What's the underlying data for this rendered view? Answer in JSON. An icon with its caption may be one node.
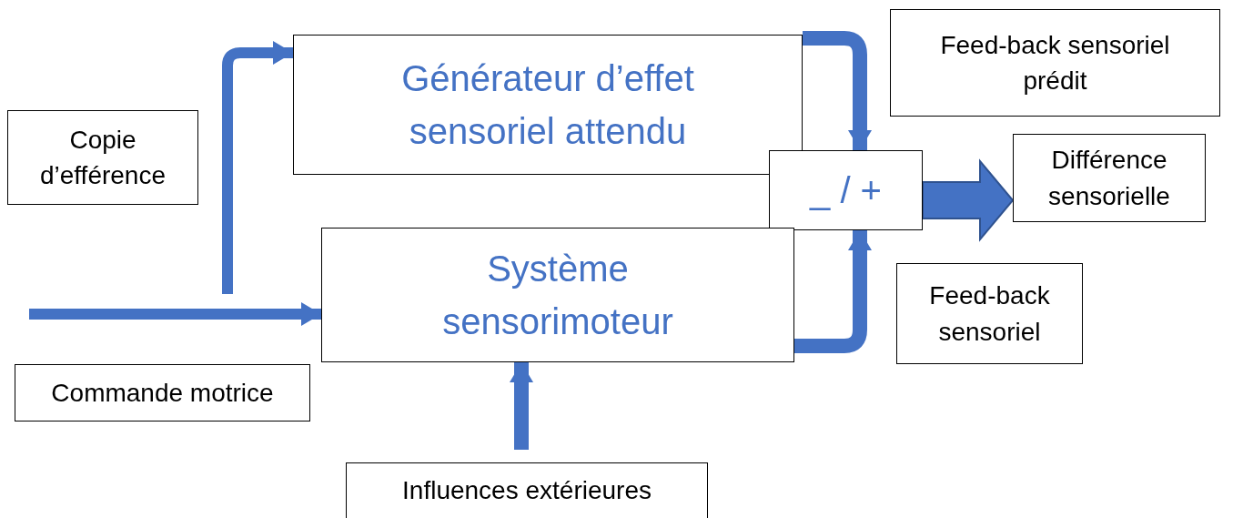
{
  "diagram": {
    "nodes": [
      {
        "text": [
          "Générateur d’effet sensoriel attendu"
        ]
      },
      {
        "text": [
          "Copie d’efférence"
        ]
      },
      {
        "text": [
          "Feed-back sensoriel prédit"
        ]
      },
      {
        "text": [
          "_ / +"
        ]
      },
      {
        "text": [
          "Différence sensorielle"
        ]
      },
      {
        "text": [
          "Système sensorimoteur"
        ]
      },
      {
        "text": [
          "Feed-back sensoriel"
        ]
      },
      {
        "text": [
          "Commande motrice"
        ]
      },
      {
        "text": [
          "Influences extérieures"
        ]
      }
    ],
    "edges": [
      {
        "from": null,
        "to": 5,
        "arrow": "to"
      },
      {
        "from": null,
        "to": 0,
        "arrow": "to"
      },
      {
        "from": 0,
        "to": 3,
        "arrow": "to"
      },
      {
        "from": 5,
        "to": 3,
        "arrow": "to"
      },
      {
        "from": 3,
        "to": 4,
        "arrow": "to",
        "style": "thick"
      },
      {
        "from": 8,
        "to": 5,
        "arrow": "to"
      }
    ]
  }
}
